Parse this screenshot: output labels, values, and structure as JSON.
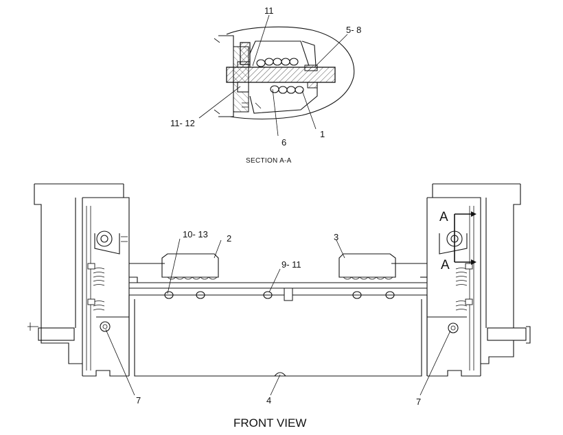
{
  "title": "FRONT VIEW",
  "section": {
    "caption": "SECTION A-A",
    "marker": "A"
  },
  "callouts": {
    "c11_top": "11",
    "c5_8": "5- 8",
    "c11_12": "11- 12",
    "c6": "6",
    "c1": "1",
    "c10_13": "10- 13",
    "c2": "2",
    "c3": "3",
    "c9_11": "9- 11",
    "c7_left": "7",
    "c4": "4",
    "c7_right": "7"
  },
  "colors": {
    "line": "#111111",
    "background": "#ffffff"
  }
}
